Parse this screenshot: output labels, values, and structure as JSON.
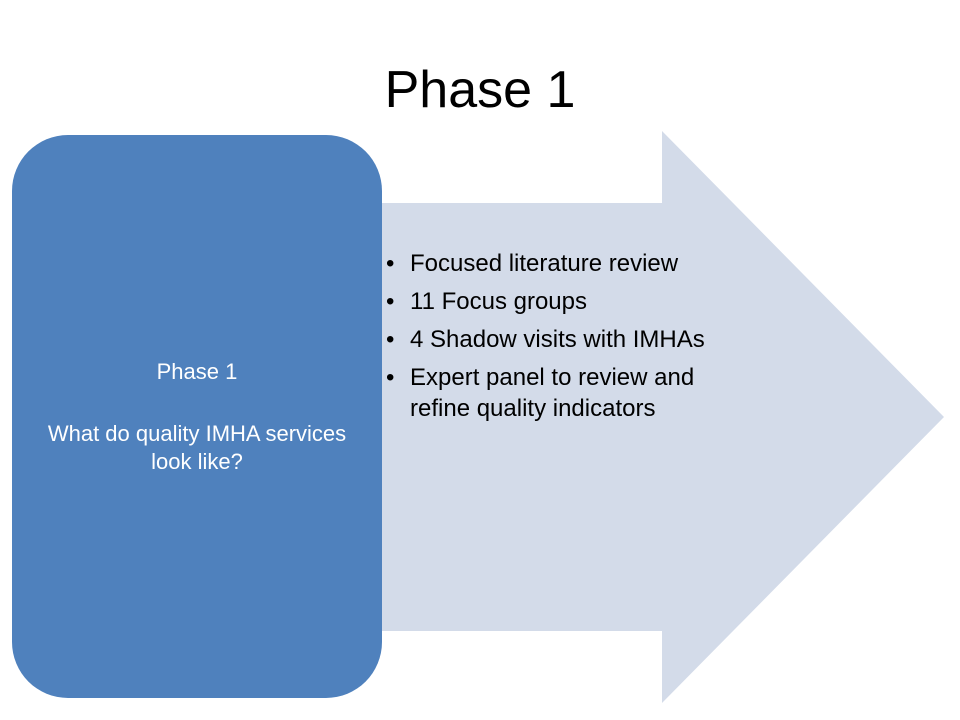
{
  "slide": {
    "title": "Phase 1"
  },
  "phase_box": {
    "heading": "Phase 1",
    "question": "What do quality IMHA services look like?"
  },
  "arrow": {
    "bullets": [
      "Focused literature review",
      "11 Focus groups",
      "4 Shadow visits with IMHAs",
      "Expert panel to review and refine quality indicators"
    ]
  },
  "colors": {
    "box_fill": "#4f81bd",
    "arrow_fill": "#d3dbe9",
    "box_text": "#ffffff",
    "body_text": "#000000"
  }
}
